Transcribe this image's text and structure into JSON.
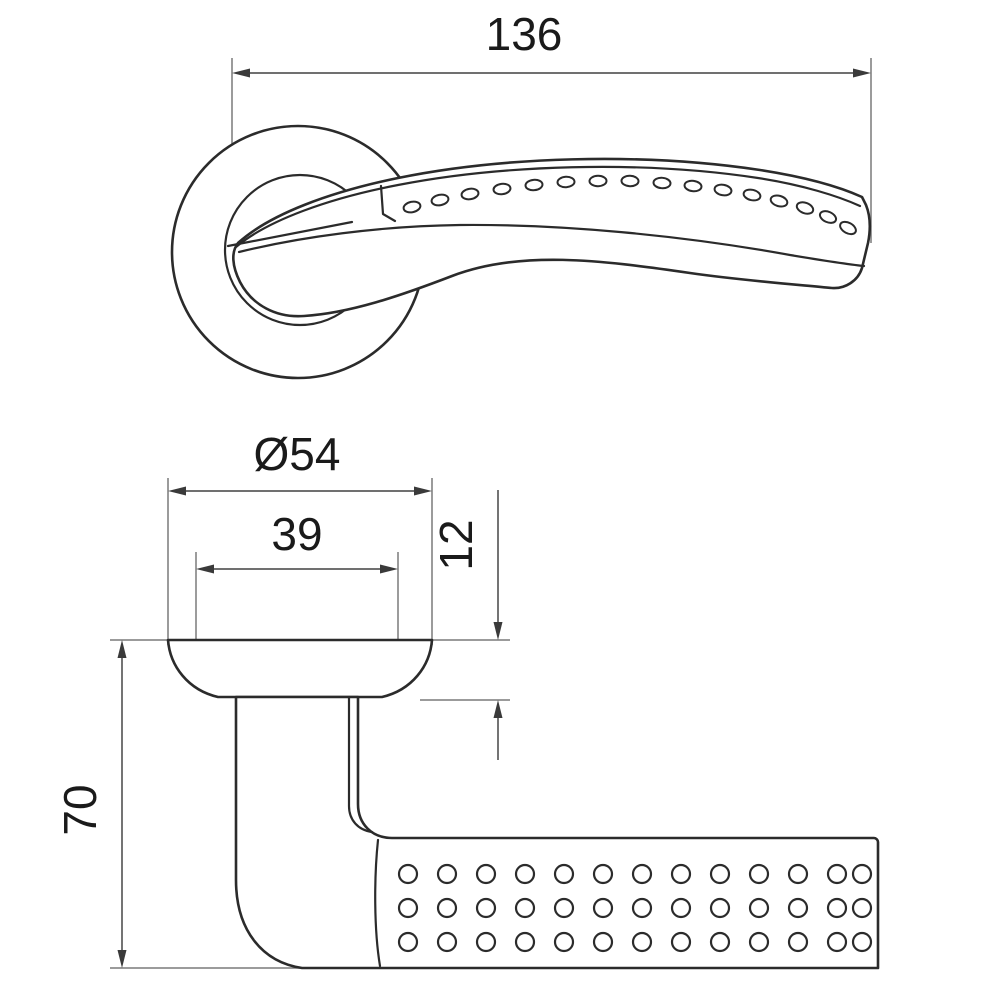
{
  "drawing": {
    "title": "Door handle lever technical drawing",
    "kind": "engineering-dimension-drawing",
    "units": "mm",
    "line_color": "#2b2b2b",
    "dimension_color": "#5c5c5c",
    "text_color": "#1a1a1a",
    "background": "#ffffff"
  },
  "views": {
    "top": {
      "name": "top-view",
      "description": "Plan view of lever handle with round rosette and curved arm"
    },
    "side": {
      "name": "side-view",
      "description": "Side elevation showing rosette dome, neck and textured lever"
    }
  },
  "dimensions": {
    "overall_length": {
      "value": "136",
      "orientation": "horizontal",
      "view": "top-view"
    },
    "rosette_diameter": {
      "value": "Ø54",
      "orientation": "horizontal",
      "view": "side-view"
    },
    "rosette_inner": {
      "value": "39",
      "orientation": "horizontal",
      "view": "side-view"
    },
    "rosette_height": {
      "value": "12",
      "orientation": "vertical",
      "view": "side-view"
    },
    "projection": {
      "value": "70",
      "orientation": "vertical",
      "view": "side-view"
    }
  },
  "texture": {
    "side_grid": {
      "columns": 13,
      "rows": 3,
      "shape": "circle",
      "name": "grip-dimple-grid"
    },
    "top_arc": {
      "count": 18,
      "shape": "ellipse",
      "name": "grip-dimple-arc"
    }
  }
}
